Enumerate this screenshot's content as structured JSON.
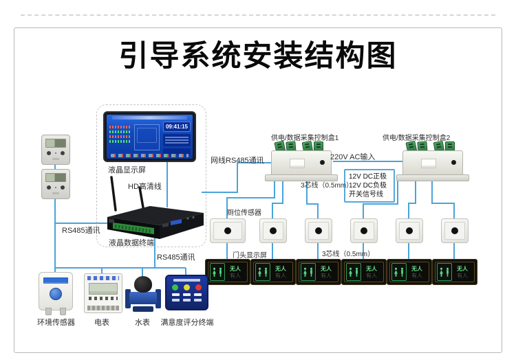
{
  "title": "引导系统安装结构图",
  "monitor": {
    "label": "液晶显示屏",
    "time": "09:41:15"
  },
  "terminal": {
    "label": "液晶数据终端",
    "hd_cable": "HD高清线"
  },
  "wires": {
    "rs485_left": "RS485通讯",
    "rs485_bottom": "RS485通讯",
    "net_rs485": "网线RS485通讯",
    "ac_input": "220V AC输入",
    "core3_upper": "3芯线（0.5mm）",
    "core3_lower": "3芯线（0.5mm）"
  },
  "control_boxes": {
    "box1": "供电/数据采集控制盒1",
    "box2": "供电/数据采集控制盒2"
  },
  "legend": {
    "l1": "12V DC正极",
    "l2": "12V DC负极",
    "l3": "开关信号线"
  },
  "stall": {
    "sensor_label": "厕位传感器",
    "screen_label": "门头显示屏",
    "vacant": "无人",
    "occupied": "有人"
  },
  "devices": {
    "env": "环境传感器",
    "meter": "电表",
    "water": "水表",
    "satisfaction": "满意度评分终端"
  },
  "colors": {
    "wire": "#4aa3db",
    "vacant_green": "#6fe092",
    "terminal_green": "#2f7d3f"
  }
}
